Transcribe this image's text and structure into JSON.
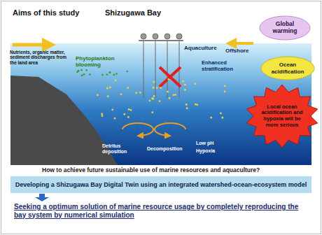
{
  "diagram": {
    "title": "Aims of this study",
    "nodes": [
      {
        "text": [
          "Global warming"
        ]
      },
      {
        "text": [
          "Ocean acidification"
        ]
      },
      {
        "text": [
          "Local ocean acidification and hypoxia will be more serious"
        ]
      },
      {
        "text": [
          "Developing a Shizugawa Bay Digital Twin using an integrated watershed-ocean-ecosystem model"
        ]
      }
    ],
    "labels": [
      "Shizugawa Bay",
      "Nutrients, organic matter, sediment discharges from the land area",
      "Phytoplankton blooming",
      "Aquaculture",
      "Enhanced stratification",
      "Offshore",
      "Detritus deposition",
      "Decomposition",
      "Low pH",
      "Hypoxia",
      "How to achieve future sustainable use of marine resources and aquaculture?",
      "Seeking a optimum solution of marine resource usage by completely reproducing the bay system by numerical simulation"
    ]
  }
}
